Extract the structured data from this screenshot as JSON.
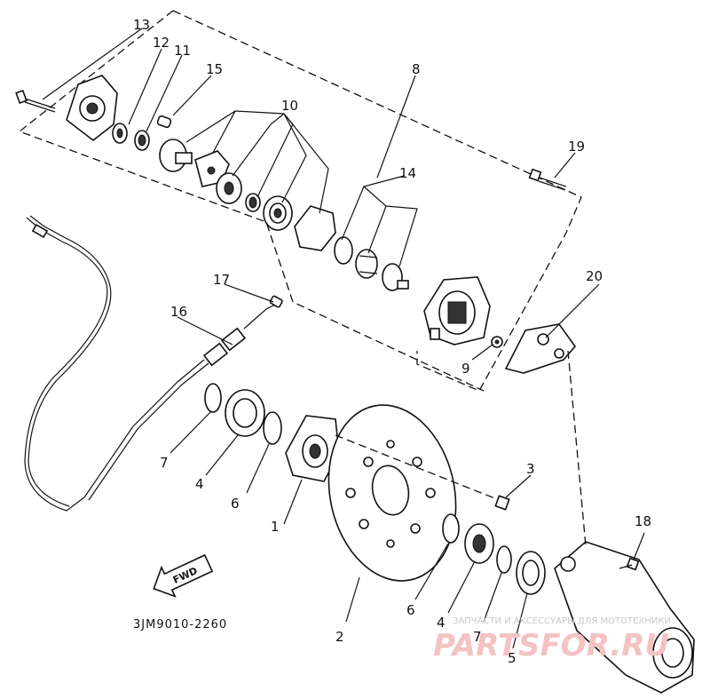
{
  "diagram": {
    "reference_code": "3JM9010-2260",
    "direction_arrow": "FWD",
    "part_labels": [
      "13",
      "12",
      "11",
      "15",
      "8",
      "10",
      "14",
      "19",
      "17",
      "16",
      "20",
      "9",
      "7",
      "4",
      "6",
      "1",
      "2",
      "3",
      "18",
      "6",
      "4",
      "7",
      "5"
    ]
  },
  "watermark": {
    "tagline": "ЗАПЧАСТИ И АКСЕССУАРЫ ДЛЯ МОТОТЕХНИКИ",
    "brand": "PARTSFOR.RU"
  }
}
